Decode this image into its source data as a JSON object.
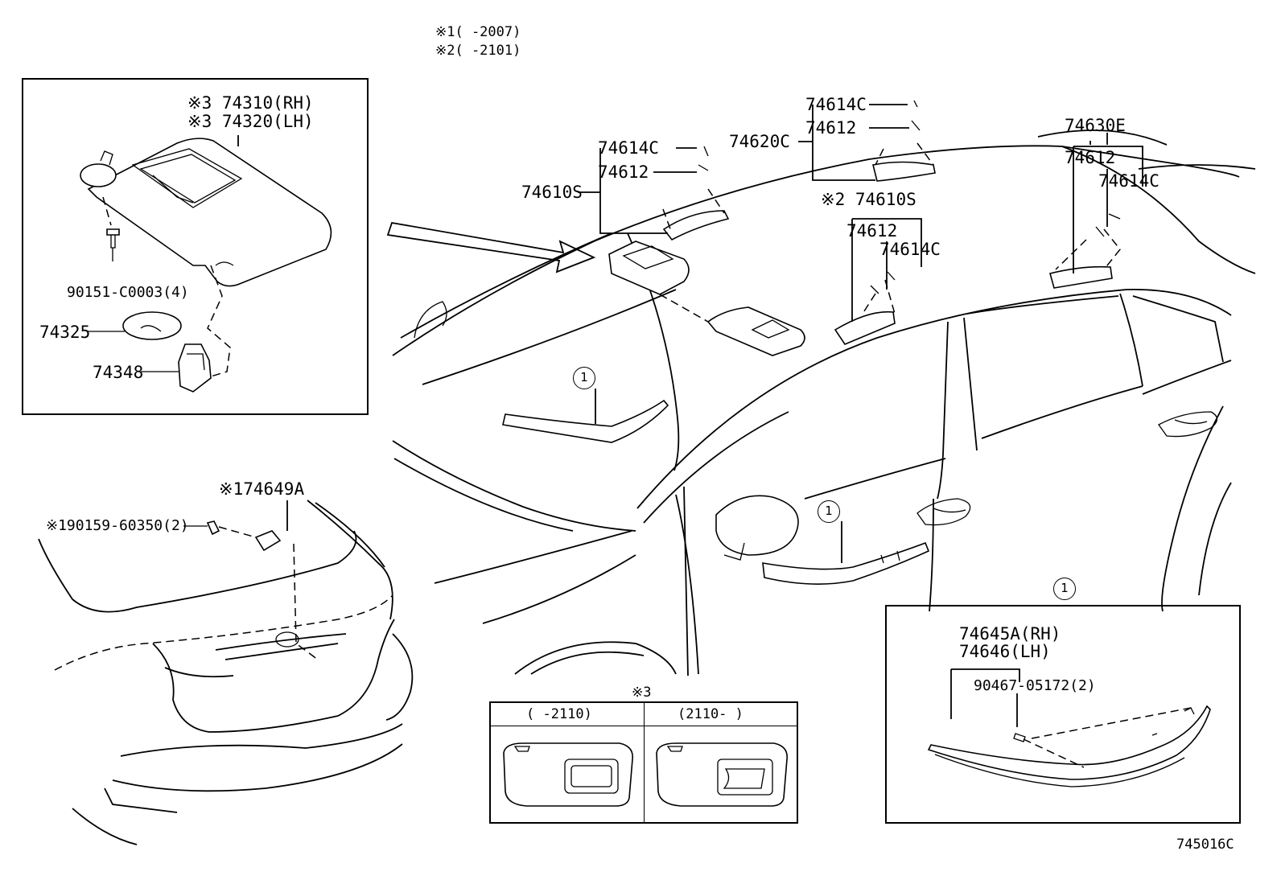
{
  "notes": {
    "note1": "※1(     -2007)",
    "note2": "※2(     -2101)"
  },
  "labels": {
    "p74310": "※3 74310(RH)",
    "p74320": "※3 74320(LH)",
    "p90151": "90151-C0003(4)",
    "p74325": "74325",
    "p74348": "74348",
    "p74614c_a": "74614C",
    "p74612_a": "74612",
    "p74610s": "74610S",
    "p74614c_b": "74614C",
    "p74612_b": "74612",
    "p74620c": "74620C",
    "p74610s_2": "※2 74610S",
    "p74612_c": "74612",
    "p74614c_c": "74614C",
    "p74630e": "74630E",
    "p74612_d": "74612",
    "p74614c_d": "74614C",
    "p74649a": "※174649A",
    "p90159": "※190159-60350(2)",
    "p74645a": "74645A(RH)",
    "p74646": "74646(LH)",
    "p90467": "90467-05172(2)"
  },
  "callouts": {
    "c1": "1"
  },
  "variants": {
    "title": "※3",
    "left": "(     -2110)",
    "right": "(2110-     )"
  },
  "diagram_code": "745016C"
}
